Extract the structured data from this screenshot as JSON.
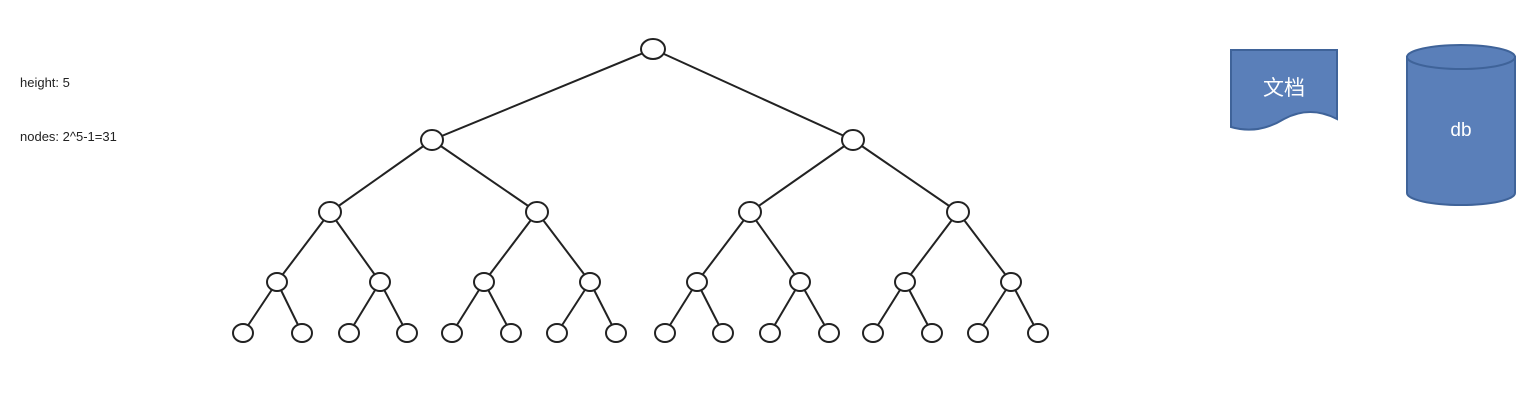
{
  "info": {
    "height_text": "height: 5",
    "nodes_text": "nodes: 2^5-1=31"
  },
  "tree": {
    "levels": 5,
    "node_count": 31,
    "node_fill": "#ffffff",
    "node_stroke": "#222222",
    "edge_color": "#222222"
  },
  "shapes": {
    "document": {
      "label": "文档",
      "fill": "#5a7fb9",
      "stroke": "#3f6399"
    },
    "database": {
      "label": "db",
      "fill": "#5a7fb9",
      "stroke": "#3f6399"
    }
  }
}
